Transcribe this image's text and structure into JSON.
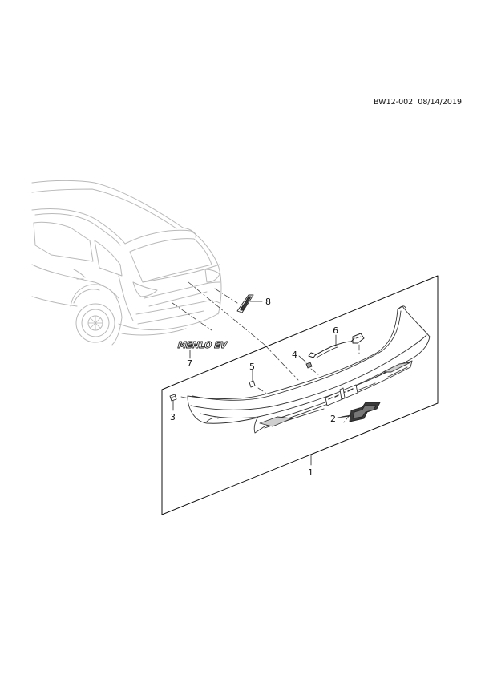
{
  "header": {
    "doc_code": "BW12-002",
    "date": "08/14/2019"
  },
  "emblem_text": "MENLO EV",
  "callouts": [
    "1",
    "2",
    "3",
    "4",
    "5",
    "6",
    "7",
    "8"
  ]
}
